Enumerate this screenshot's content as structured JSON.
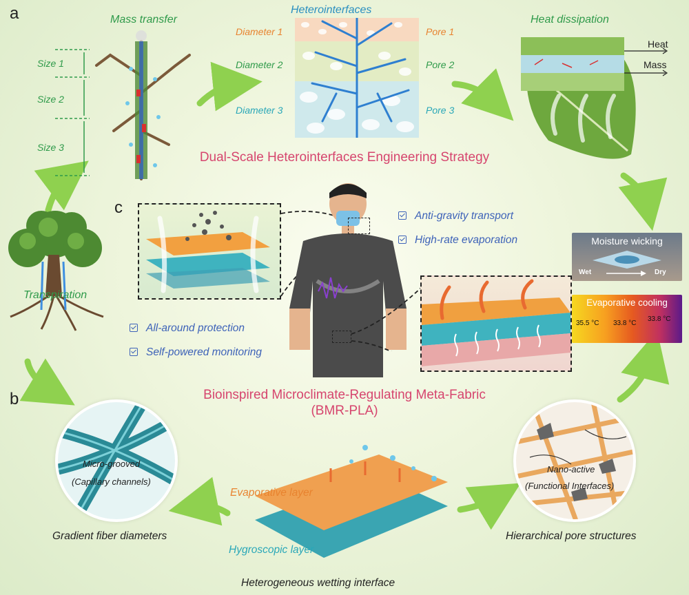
{
  "panels": {
    "a": "a",
    "b": "b",
    "c": "c"
  },
  "top": {
    "mass_transfer": "Mass transfer",
    "heterointerfaces": "Heterointerfaces",
    "heat_dissipation": "Heat dissipation",
    "sizes": [
      "Size 1",
      "Size 2",
      "Size 3"
    ],
    "diameters": [
      "Diameter 1",
      "Diameter 2",
      "Diameter 3"
    ],
    "pores": [
      "Pore 1",
      "Pore 2",
      "Pore 3"
    ],
    "heat": "Heat",
    "mass": "Mass"
  },
  "strategy_title": "Dual-Scale Heterointerfaces Engineering Strategy",
  "transpiration": "Transpiration",
  "center": {
    "anti_gravity": "Anti-gravity transport",
    "high_rate": "High-rate evaporation",
    "all_around": "All-around protection",
    "self_powered": "Self-powered monitoring"
  },
  "cards": {
    "moisture_wicking": "Moisture wicking",
    "wet": "Wet",
    "dry": "Dry",
    "evaporative_cooling": "Evaporative cooling",
    "temps": [
      "35.5 °C",
      "33.8 °C",
      "33.8 °C"
    ]
  },
  "fabric_title": {
    "line1": "Bioinspired Microclimate-Regulating Meta-Fabric",
    "line2": "(BMR-PLA)"
  },
  "bottom": {
    "micro_grooved": "Micro-grooved",
    "capillary": "(Capillary channels)",
    "gradient": "Gradient fiber diameters",
    "evaporative_layer": "Evaporative layer",
    "hygroscopic_layer": "Hygroscopic layer",
    "heterogeneous": "Heterogeneous wetting interface",
    "nano_active": "Nano-active",
    "functional": "(Functional Interfaces)",
    "hierarchical": "Hierarchical pore structures"
  },
  "colors": {
    "green_label": "#2f9a4a",
    "orange_label": "#e8832f",
    "cyan_label": "#29a7b8",
    "blue_label": "#3d62b8",
    "pink_title": "#d6456e",
    "arrow_green": "#8fd14f"
  }
}
